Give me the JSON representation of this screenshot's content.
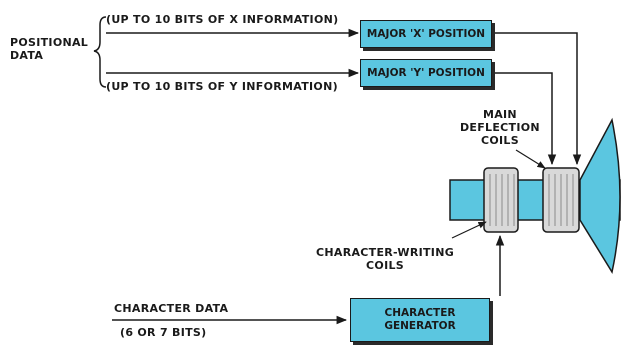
{
  "labels": {
    "positional_data": "POSITIONAL\nDATA",
    "x_information": "(UP TO 10 BITS OF X INFORMATION)",
    "y_information": "(UP TO 10 BITS OF Y INFORMATION)",
    "main_deflection_coils": "MAIN\nDEFLECTION\nCOILS",
    "character_writing_coils": "CHARACTER-WRITING\nCOILS",
    "character_data": "CHARACTER DATA",
    "character_data_bits": "(6 OR 7 BITS)"
  },
  "boxes": {
    "major_x_position": "MAJOR 'X' POSITION",
    "major_y_position": "MAJOR 'Y' POSITION",
    "character_generator": "CHARACTER\nGENERATOR"
  },
  "colors": {
    "box_fill": "#5bc6e0",
    "tube_fill": "#5bc6e0",
    "coil_fill": "#d9d9d9",
    "line": "#1a1a1a"
  }
}
